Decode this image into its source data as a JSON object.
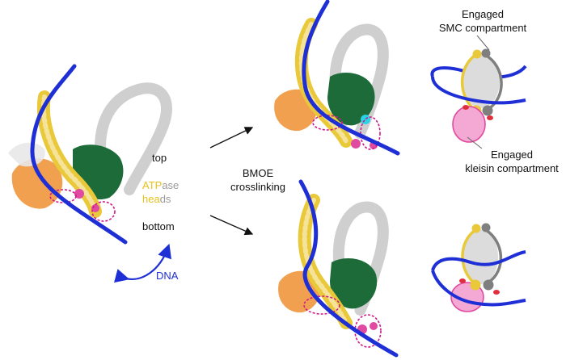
{
  "labels": {
    "top": "top",
    "atp_prefix": "ATP",
    "atp_suffix": "ase",
    "hea_prefix": "hea",
    "hea_suffix": "ds",
    "bottom": "bottom",
    "dna": "DNA",
    "bmoe_line1": "BMOE",
    "bmoe_line2": "crosslinking",
    "smc_line1": "Engaged",
    "smc_line2": "SMC compartment",
    "kleisin_line1": "Engaged",
    "kleisin_line2": "kleisin compartment"
  },
  "colors": {
    "dna": "#1f2fd6",
    "smc_arm": "#e9c93a",
    "smc_arm_light": "#f5e39a",
    "partner_arm": "#d8d8d8",
    "kleisin": "#e04aa0",
    "magenta_dash": "#d0188a",
    "orange_subunit": "#f0963c",
    "green_subunit": "#1e6b3a",
    "cyan_spot": "#2ad4e6",
    "schematic_fill": "#dcdcdc",
    "schematic_gray_arm": "#7f7f7f",
    "schematic_pink": "#f4a8d4",
    "schematic_red": "#e0303e"
  }
}
